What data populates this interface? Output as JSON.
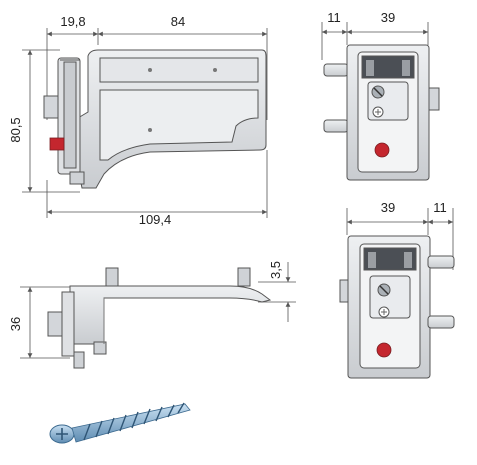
{
  "dimensions": {
    "side_top_left": "19,8",
    "side_top_right": "84",
    "side_left": "80,5",
    "side_bottom": "109,4",
    "front_top_left": "11",
    "front_top_right": "39",
    "back_top_left": "39",
    "back_top_right": "11",
    "bottom_left": "36",
    "bottom_right": "3,5"
  },
  "colors": {
    "metal": "#d7d9dc",
    "metal_dark": "#9a9ea3",
    "accent_red": "#c4262e",
    "screw": "#7fa7c7"
  }
}
